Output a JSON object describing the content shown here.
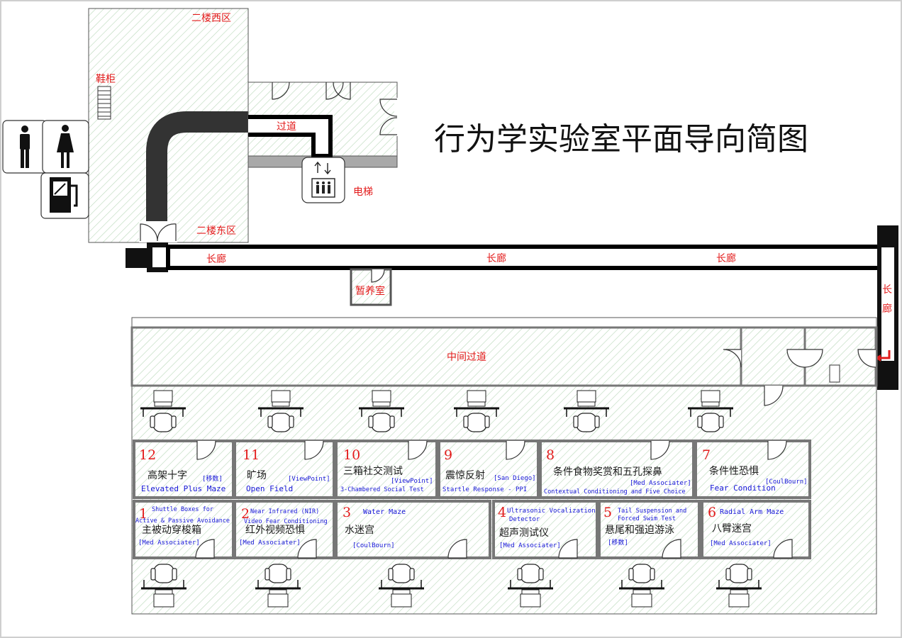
{
  "title": "行为学实验室平面导向简图",
  "areas": {
    "west": "二楼西区",
    "east": "二楼东区",
    "shoe_cabinet": "鞋柜",
    "passage": "过道",
    "elevator": "电梯",
    "holding_room": "暂养室",
    "middle_passage": "中间过道",
    "corridor": "长廊",
    "corridor_v1": "长",
    "corridor_v2": "廊"
  },
  "rooms_top": [
    {
      "num": "12",
      "cn": "高架十字",
      "vendor": "[移数]",
      "en": "Elevated Plus Maze"
    },
    {
      "num": "11",
      "cn": "旷场",
      "vendor": "[ViewPoint]",
      "en": "Open Field"
    },
    {
      "num": "10",
      "cn": "三箱社交测试",
      "vendor": "[ViewPoint]",
      "en": "3-Chambered Social Test"
    },
    {
      "num": "9",
      "cn": "震惊反射",
      "vendor": "[San Diego]",
      "en": "Startle Response - PPI"
    },
    {
      "num": "8",
      "cn": "条件食物奖赏和五孔探鼻",
      "vendor": "[Med Associater]",
      "en": "Contextual Conditioning and Five Choice"
    },
    {
      "num": "7",
      "cn": "条件性恐惧",
      "vendor": "[CoulBourn]",
      "en": "Fear Condition"
    }
  ],
  "rooms_bottom": [
    {
      "num": "1",
      "en1": "Shuttle Boxes for",
      "en2": "Active & Passive Avoidance",
      "cn": "主被动穿梭箱",
      "vendor": "[Med Associater]"
    },
    {
      "num": "2",
      "en1": "Near Infrared (NIR)",
      "en2": "Video Fear Conditioning",
      "cn": "红外视频恐惧",
      "vendor": "[Med Associater]"
    },
    {
      "num": "3",
      "en1": "Water Maze",
      "en2": "",
      "cn": "水迷宫",
      "vendor": "[CoulBourn]"
    },
    {
      "num": "4",
      "en1": "Ultrasonic Vocalization",
      "en2": "Detector",
      "cn": "超声测试仪",
      "vendor": "[Med Associater]"
    },
    {
      "num": "5",
      "en1": "Tail Suspension and",
      "en2": "Forced Swim Test",
      "cn": "悬尾和强迫游泳",
      "vendor": "[移数]"
    },
    {
      "num": "6",
      "en1": "Radial Arm Maze",
      "en2": "",
      "cn": "八臂迷宫",
      "vendor": "[Med Associater]"
    }
  ],
  "icons": [
    "male-toilet-icon",
    "female-toilet-icon",
    "water-dispenser-icon",
    "elevator-icon",
    "workstation-icon"
  ],
  "colors": {
    "label_red": "#e31b1b",
    "label_blue": "#1515d8",
    "hatch": "#b9d8b9",
    "wall": "#7f7f7f",
    "corridor": "#000000"
  }
}
